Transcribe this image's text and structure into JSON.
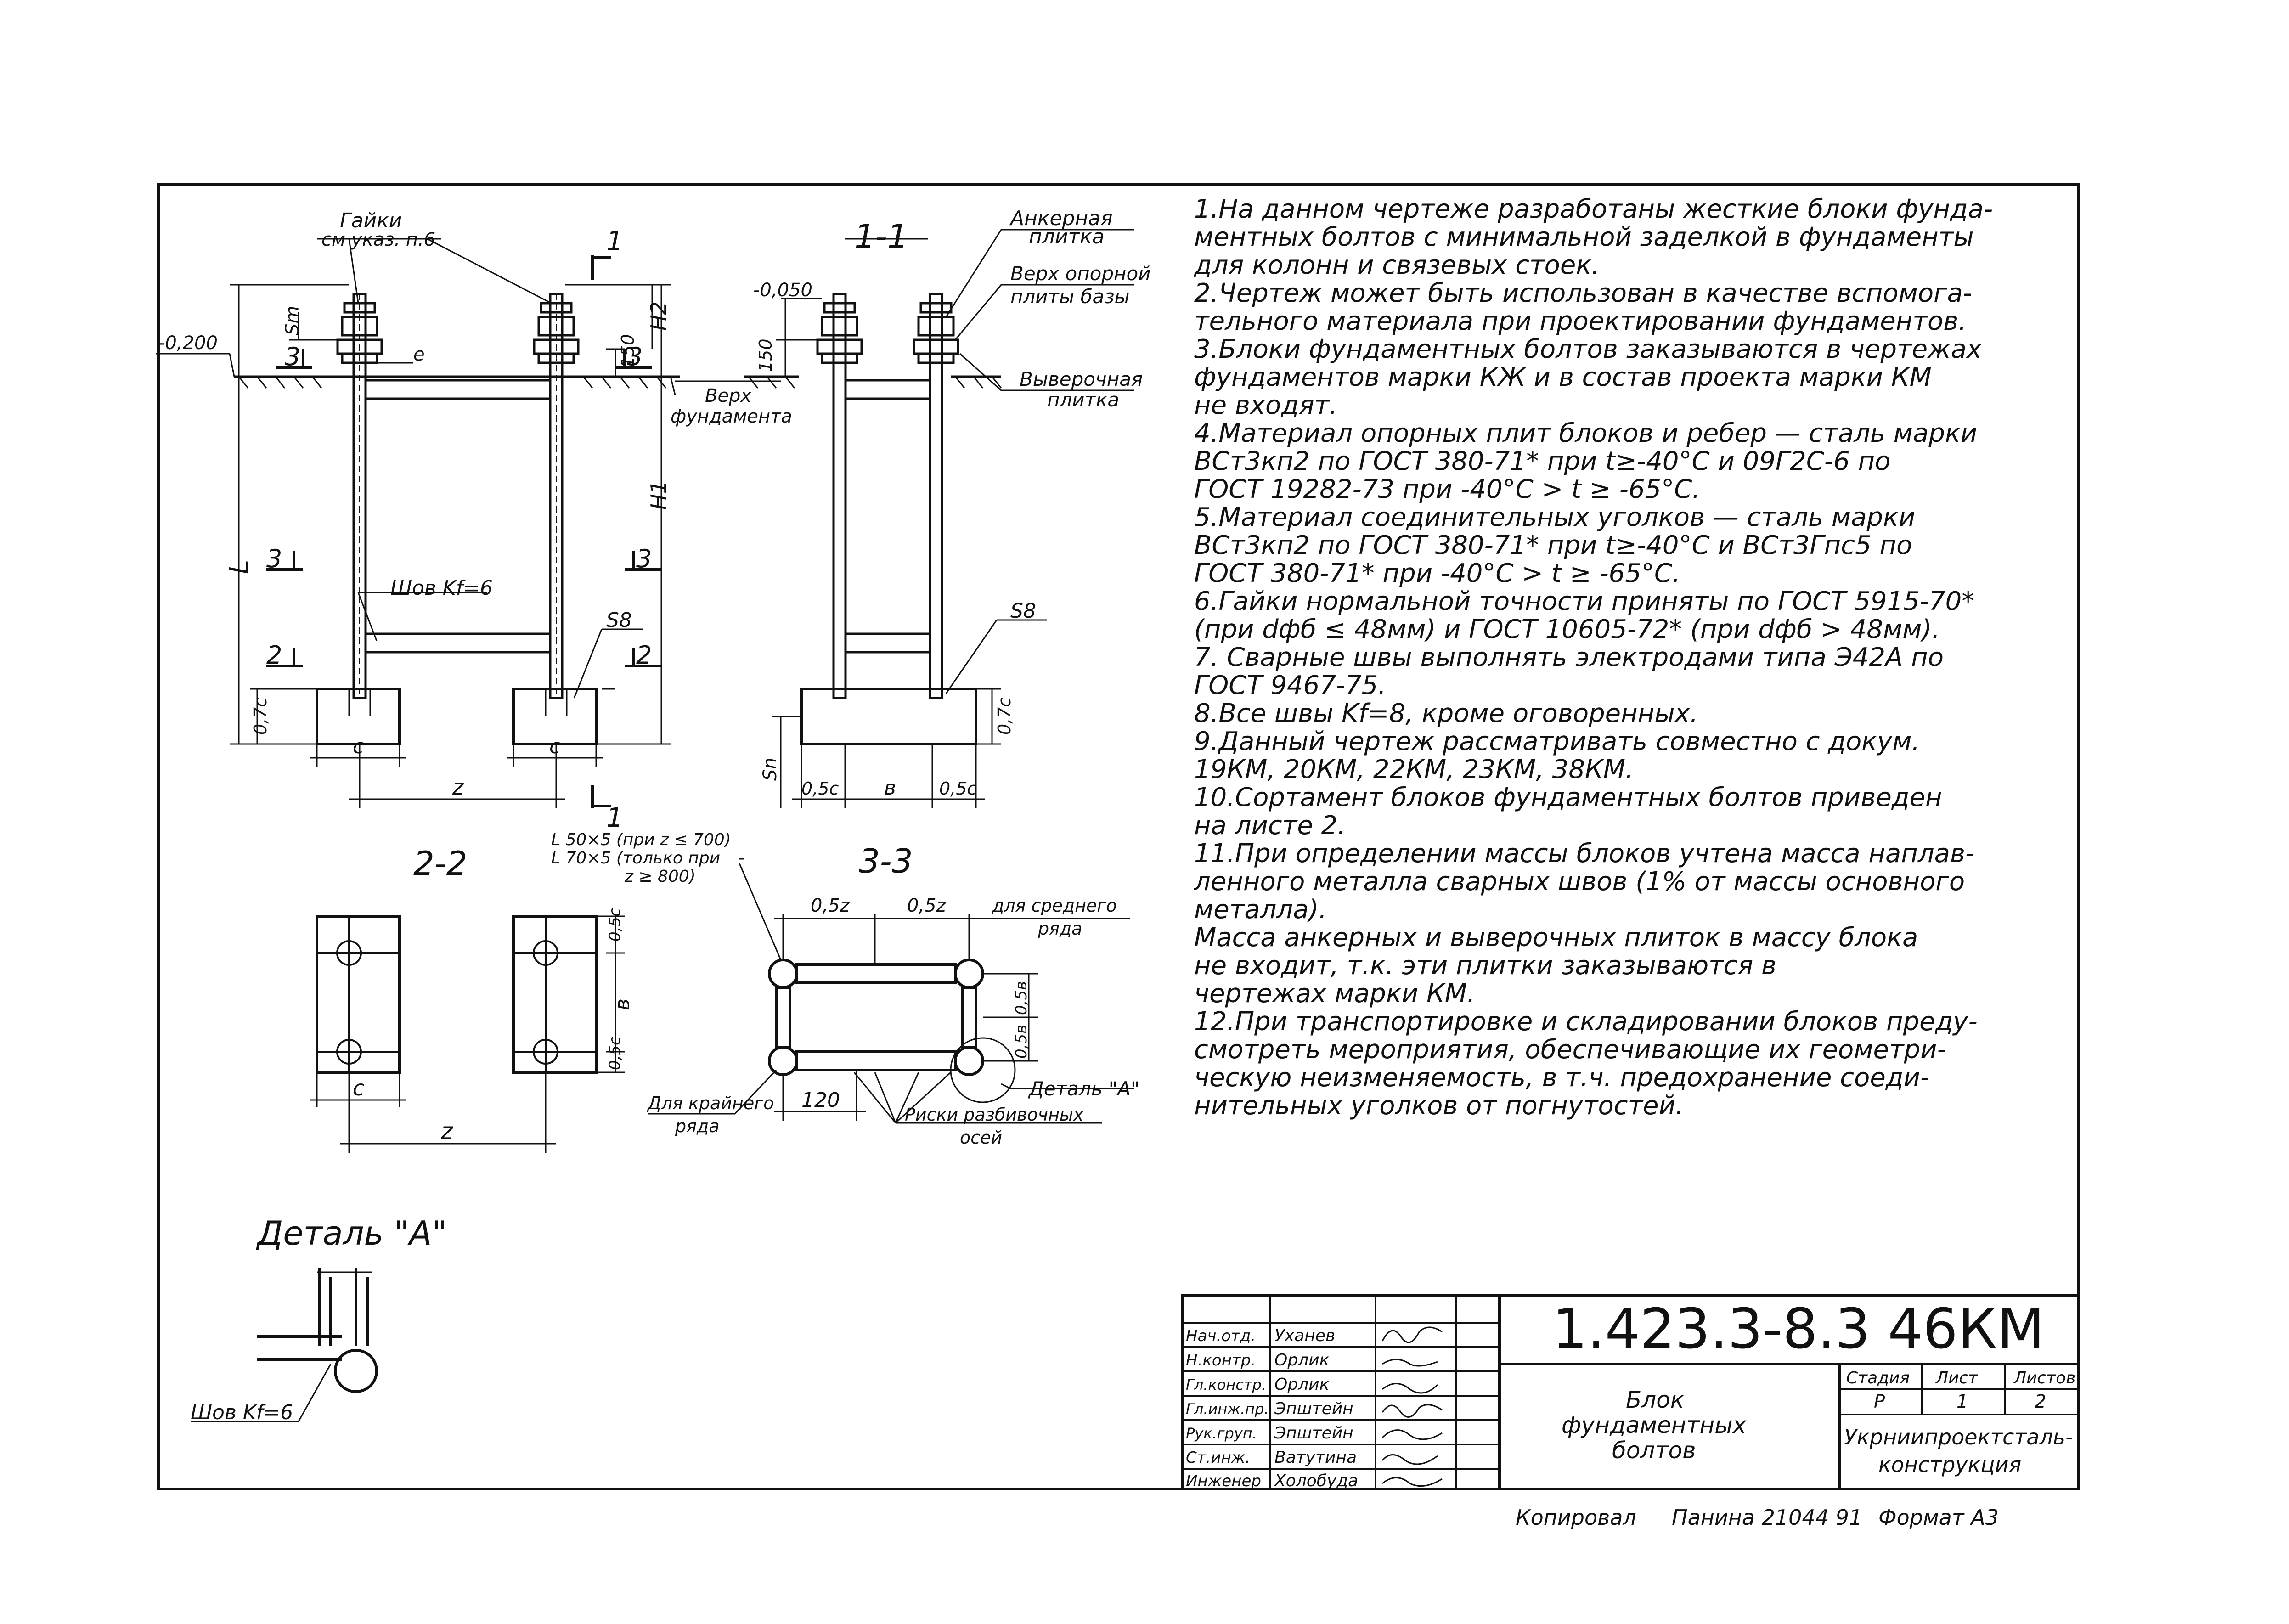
{
  "drawing": {
    "labels": {
      "nuts": "Гайки",
      "nuts_ref": "см указ. п.6",
      "anchor_plate": "Анкерная",
      "anchor_plate2": "плитка",
      "base_top": "Верх опорной",
      "base_top2": "плиты базы",
      "alignment_plate": "Выверочная",
      "alignment_plate2": "плитка",
      "foundation_top": "Верх",
      "foundation_top2": "фундамента",
      "mark_m0200": "-0,200",
      "mark_m0050": "-0,050",
      "dim_150a": "150",
      "dim_150b": "150",
      "dim_H2": "H2",
      "dim_H1": "H1",
      "dim_L": "L",
      "dim_Sm": "Sm",
      "dim_Sn": "Sn",
      "dim_e": "e",
      "dim_07c_a": "0,7c",
      "dim_07c_b": "0,7c",
      "dim_c_a": "c",
      "dim_c_b": "c",
      "dim_z": "z",
      "dim_05c_a": "0,5c",
      "dim_b": "в",
      "dim_05c_b": "0,5c",
      "weld": "Шов Kf=6",
      "s8_a": "S8",
      "s8_b": "S8",
      "cut_1_top": "1",
      "cut_1_bottom": "1",
      "cut_3_left": "3",
      "cut_3_right": "3",
      "cut_3_top": "3",
      "cut_3_topr": "3",
      "cut_2_left": "2",
      "cut_2_right": "2",
      "section_11": "1-1",
      "section_22": "2-2",
      "section_33": "3-3",
      "angle_1": "L 50×5 (при z ≤ 700)",
      "angle_2": "L 70×5 (только при",
      "angle_3": "z ≥ 800)",
      "s22_05c_a": "0,5c",
      "s22_b": "в",
      "s22_05c_b": "0,5c",
      "s22_c": "c",
      "s22_z": "z",
      "s33_05z_a": "0,5z",
      "s33_05z_b": "0,5z",
      "s33_mid_row": "для среднего",
      "s33_mid_row2": "ряда",
      "s33_05b_a": "0,5в",
      "s33_05b_b": "0,5в",
      "s33_edge_row": "Для крайнего",
      "s33_edge_row2": "ряда",
      "s33_120": "120",
      "s33_axis_marks": "Риски разбивочных",
      "s33_axis_marks2": "осей",
      "s33_detail": "Деталь \"А\"",
      "detail_title": "Деталь \"А\"",
      "detail_weld": "Шов Kf=6"
    }
  },
  "notes": [
    "1.На данном чертеже разработаны жесткие блоки фунда-\nментных болтов с минимальной заделкой в фундаменты\nдля колонн и связевых стоек.",
    "2.Чертеж может быть использован в качестве вспомога-\nтельного материала при проектировании фундаментов.",
    "3.Блоки фундаментных болтов заказываются в чертежах\nфундаментов марки КЖ и в состав проекта марки КМ\nне входят.",
    "4.Материал опорных плит блоков и ребер — сталь марки\nВСт3кп2 по ГОСТ 380-71* при t≥-40°С и 09Г2С-6 по\nГОСТ 19282-73 при  -40°С > t ≥ -65°С.",
    "5.Материал соединительных уголков — сталь марки\nВСт3кп2 по ГОСТ 380-71* при t≥-40°С и ВСт3Гпс5 по\nГОСТ 380-71* при -40°С > t ≥ -65°С.",
    "6.Гайки нормальной точности приняты по ГОСТ 5915-70*\n(при dфб ≤ 48мм) и ГОСТ 10605-72* (при dфб > 48мм).",
    "7. Сварные швы выполнять электродами типа Э42А по\nГОСТ 9467-75.",
    "8.Все швы Kf=8, кроме оговоренных.",
    "9.Данный чертеж рассматривать совместно с докум.\n19КМ, 20КМ, 22КМ, 23КМ, 38КМ.",
    "10.Сортамент блоков фундаментных болтов приведен\nна листе 2.",
    "11.При определении массы блоков учтена масса наплав-\nленного металла сварных швов (1% от массы основного\nметалла).\nМасса анкерных и выверочных плиток в массу блока\nне входит, т.к. эти плитки заказываются в\nчертежах марки КМ.",
    "12.При транспортировке и складировании блоков преду-\nсмотреть мероприятия, обеспечивающие их геометри-\nческую неизменяемость, в т.ч. предохранение соеди-\nнительных уголков от погнутостей."
  ],
  "title_block": {
    "code": "1.423.3-8.3 46КМ",
    "title_1": "Блок",
    "title_2": "фундаментных",
    "title_3": "болтов",
    "stage_label": "Стадия",
    "sheet_label": "Лист",
    "sheets_label": "Листов",
    "stage": "Р",
    "sheet": "1",
    "sheets": "2",
    "org_1": "Укрниипроектсталь-",
    "org_2": "конструкция",
    "roles": [
      {
        "role": "Нач.отд.",
        "name": "Уханев"
      },
      {
        "role": "Н.контр.",
        "name": "Орлик"
      },
      {
        "role": "Гл.констр.",
        "name": "Орлик"
      },
      {
        "role": "Гл.инж.пр.",
        "name": "Эпштейн"
      },
      {
        "role": "Рук.груп.",
        "name": "Эпштейн"
      },
      {
        "role": "Ст.инж.",
        "name": "Ватутина"
      },
      {
        "role": "Инженер",
        "name": "Холобуда"
      }
    ],
    "footer_copied": "Копировал",
    "footer_name": "Панина 21044 91",
    "footer_format": "Формат А3"
  }
}
